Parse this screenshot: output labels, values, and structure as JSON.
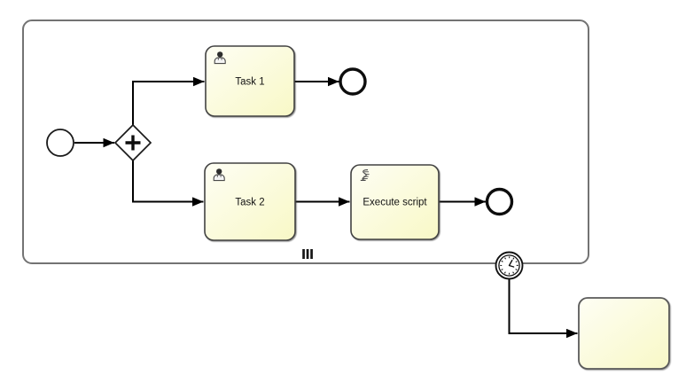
{
  "diagram": {
    "type": "bpmn-process",
    "subprocess": {
      "label": "",
      "multi_instance_marker": "III"
    },
    "nodes": {
      "start_event": {
        "type": "start-event",
        "label": ""
      },
      "parallel_gateway": {
        "type": "parallel-gateway",
        "symbol": "+"
      },
      "task1": {
        "type": "user-task",
        "label": "Task 1",
        "icon": "user-icon"
      },
      "task2": {
        "type": "user-task",
        "label": "Task 2",
        "icon": "user-icon"
      },
      "script_task": {
        "type": "script-task",
        "label": "Execute script",
        "icon": "script-icon"
      },
      "end_event_1": {
        "type": "end-event",
        "label": ""
      },
      "end_event_2": {
        "type": "end-event",
        "label": ""
      },
      "timer_event": {
        "type": "timer-boundary-event",
        "icon": "clock-icon",
        "label": ""
      },
      "untitled_task": {
        "type": "task",
        "label": ""
      }
    },
    "flows": [
      {
        "from": "start_event",
        "to": "parallel_gateway"
      },
      {
        "from": "parallel_gateway",
        "to": "task1"
      },
      {
        "from": "task1",
        "to": "end_event_1"
      },
      {
        "from": "parallel_gateway",
        "to": "task2"
      },
      {
        "from": "task2",
        "to": "script_task"
      },
      {
        "from": "script_task",
        "to": "end_event_2"
      },
      {
        "from": "timer_event",
        "to": "untitled_task"
      }
    ]
  },
  "colors": {
    "task_fill_top": "#fefef4",
    "task_fill_bottom": "#f8f8c6",
    "task_border": "#424242",
    "container_border": "#737373",
    "flow_stroke": "#000000",
    "event_stroke": "#1a1a1a",
    "canvas_background": "#ffffff"
  }
}
